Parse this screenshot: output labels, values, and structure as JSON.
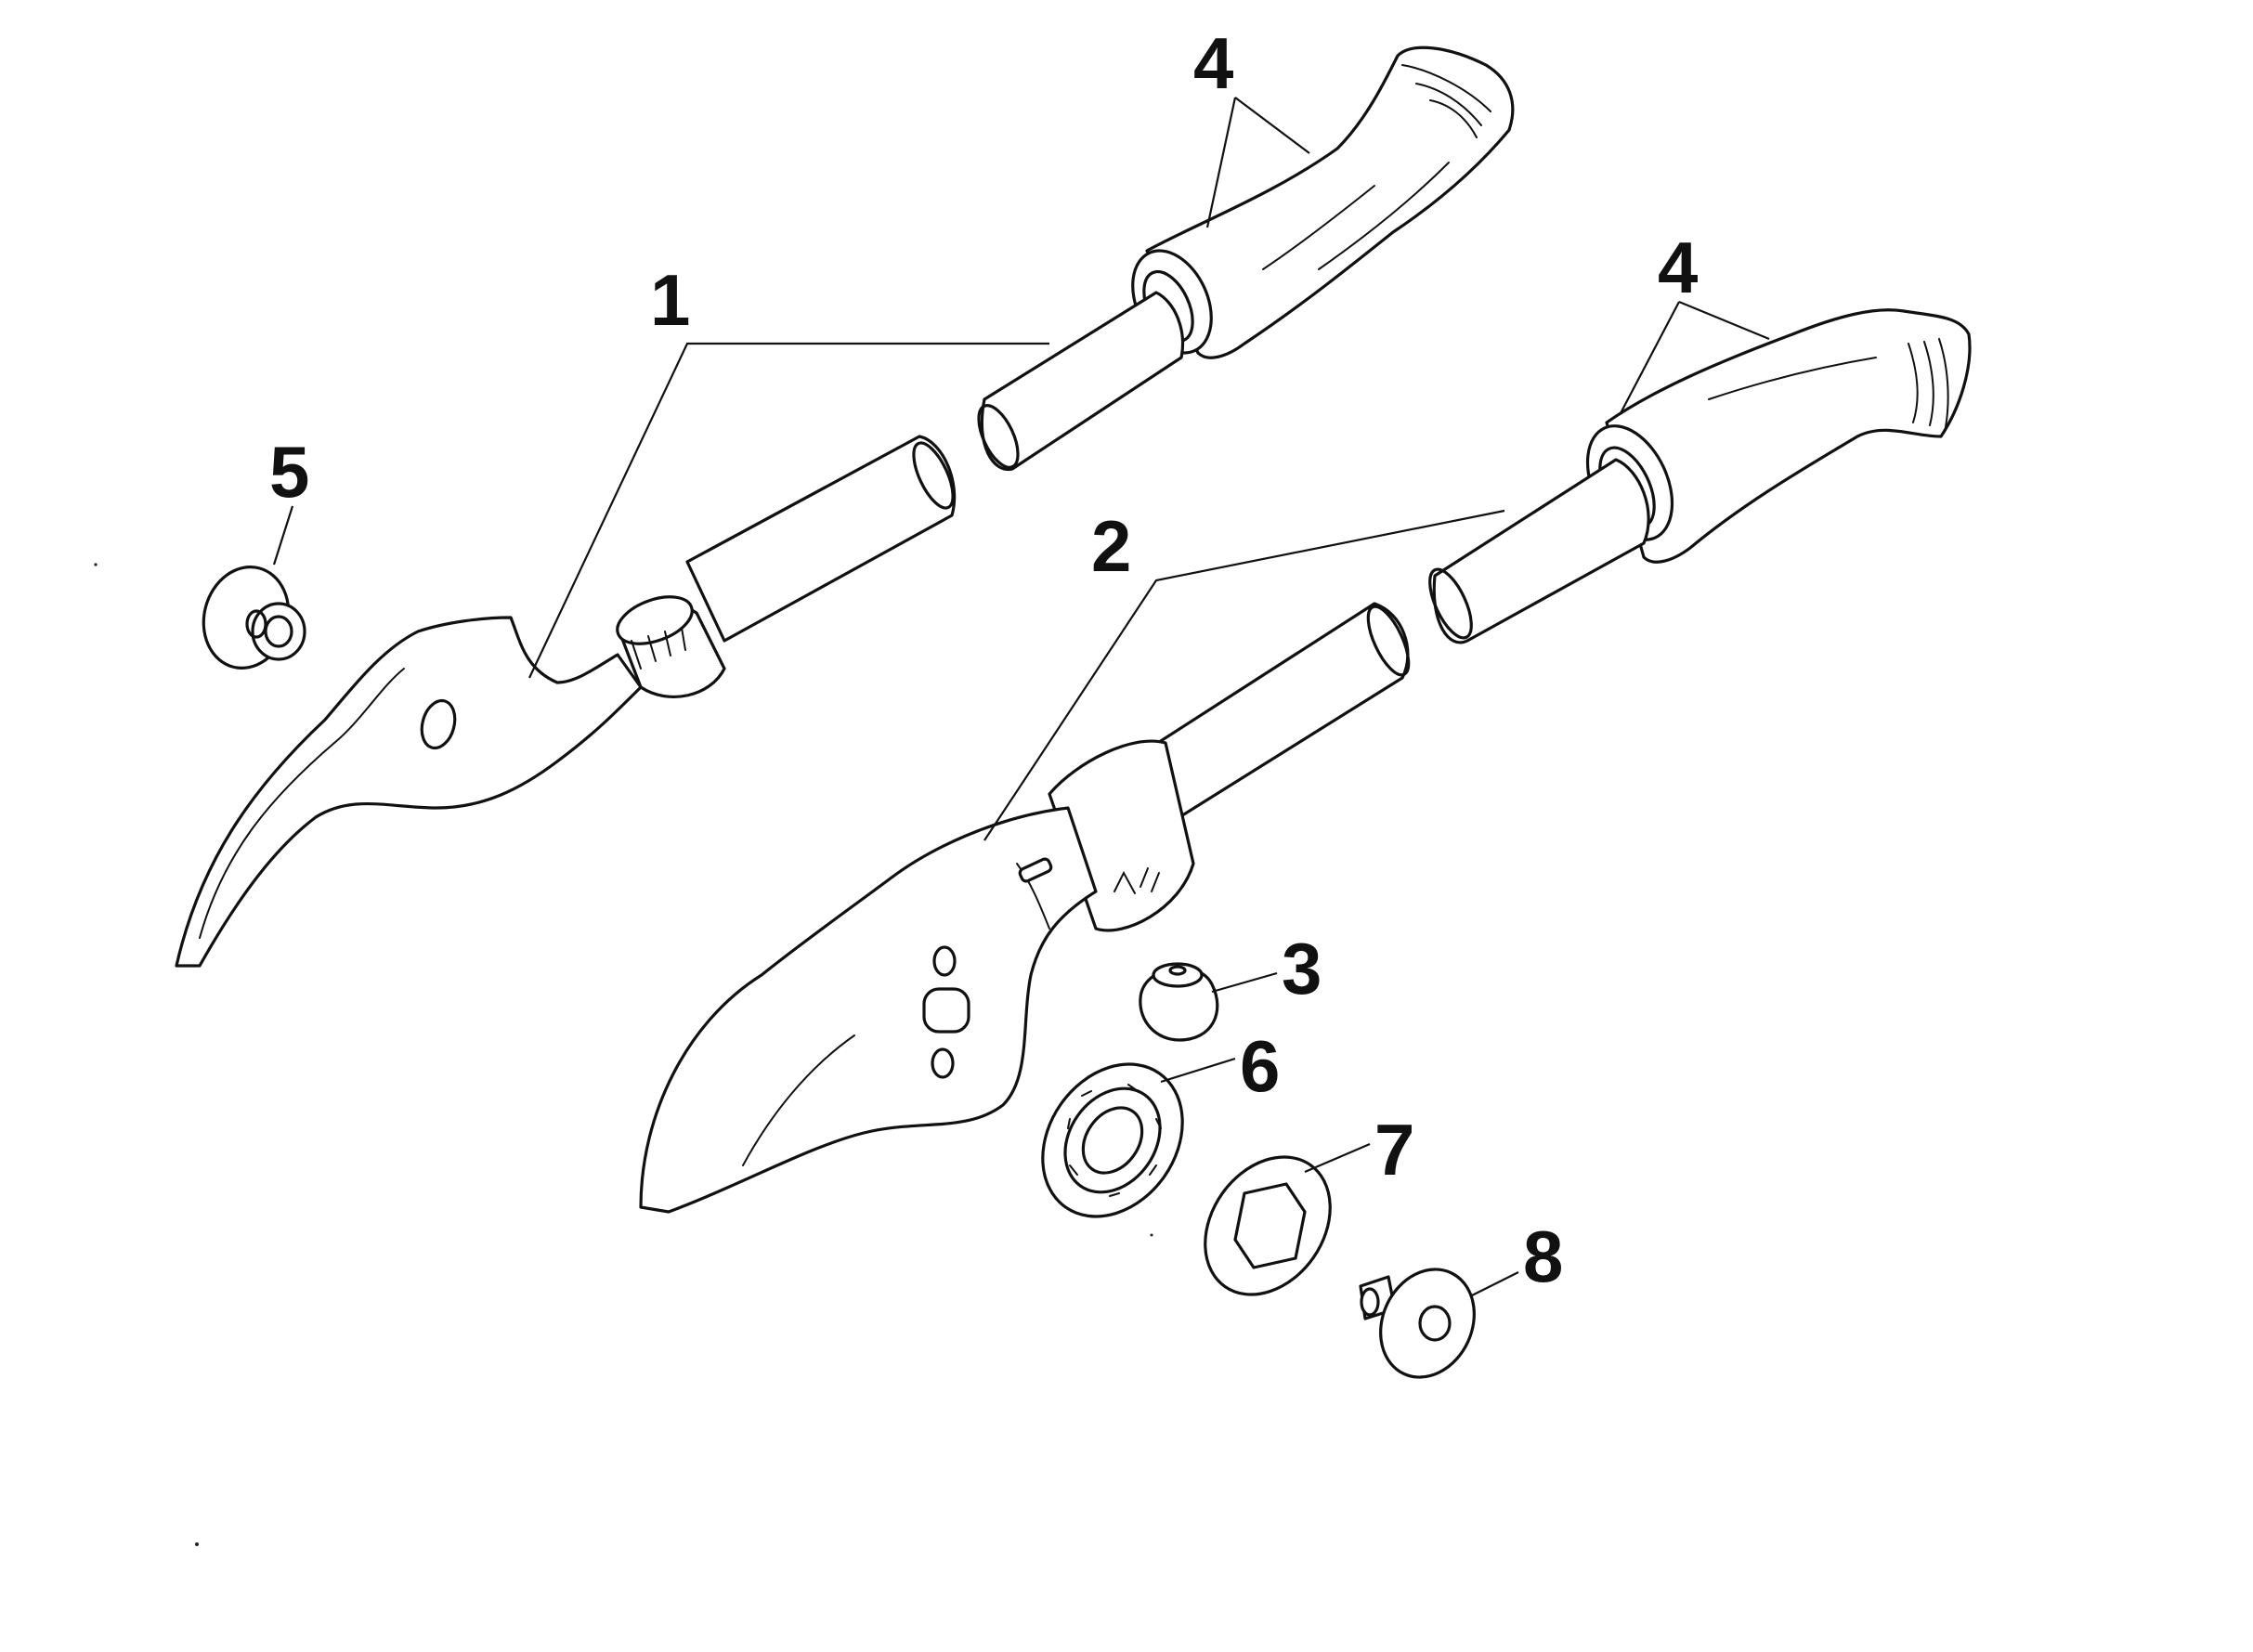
{
  "diagram": {
    "kind": "exploded-parts-view",
    "callouts": [
      {
        "id": "part-1",
        "label": "1"
      },
      {
        "id": "part-2",
        "label": "2"
      },
      {
        "id": "part-3",
        "label": "3"
      },
      {
        "id": "part-4-upper",
        "label": "4"
      },
      {
        "id": "part-4-lower",
        "label": "4"
      },
      {
        "id": "part-5",
        "label": "5"
      },
      {
        "id": "part-6",
        "label": "6"
      },
      {
        "id": "part-7",
        "label": "7"
      },
      {
        "id": "part-8",
        "label": "8"
      }
    ],
    "colors": {
      "ink": "#111111",
      "paper": "#ffffff"
    }
  }
}
